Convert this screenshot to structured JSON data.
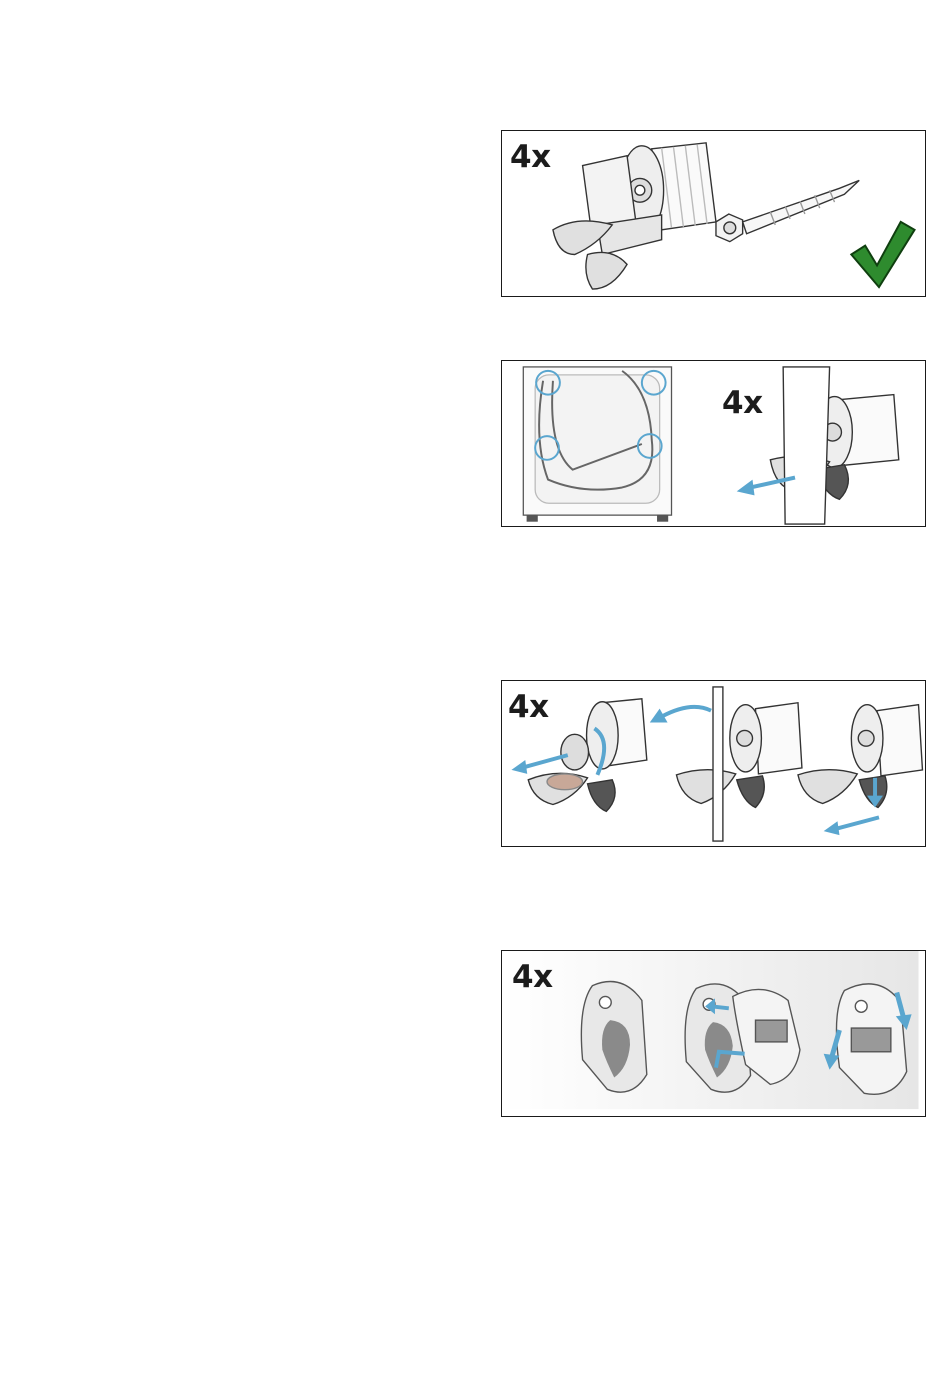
{
  "panels": [
    {
      "quantity": "4x",
      "icons": [
        "transport-bolt-holder-icon",
        "screw-icon",
        "checkmark-icon"
      ]
    },
    {
      "quantity": "4x",
      "icons": [
        "washer-rear-view-icon",
        "hose-holder-icon",
        "pull-arrow-icon"
      ]
    },
    {
      "quantity": "4x",
      "icons": [
        "bolt-unscrew-icon",
        "hose-holder-icon",
        "rotate-arrow-icon",
        "push-down-arrow-icon"
      ]
    },
    {
      "quantity": "4x",
      "icons": [
        "cover-cap-icon",
        "cover-insert-arrow-icon",
        "cover-press-arrow-icon"
      ]
    }
  ],
  "colors": {
    "accent_arrow": "#5aa6cf",
    "check": "#2e8b2e",
    "line": "#333333",
    "fill": "#f2f2f2"
  }
}
